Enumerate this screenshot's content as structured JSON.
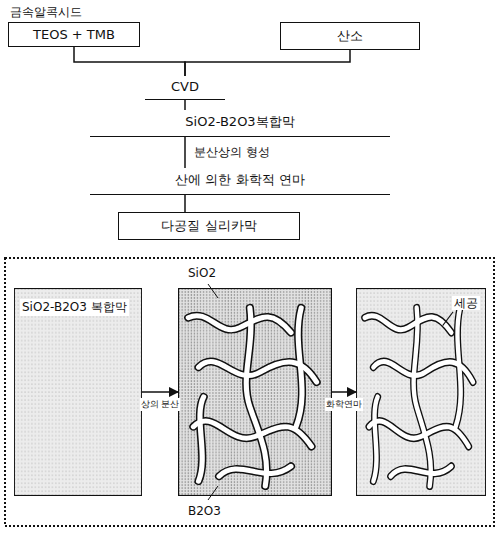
{
  "diagram": {
    "nodes": [
      {
        "text": [
          "TEOS + TMB"
        ]
      },
      {
        "text": [
          "산소"
        ]
      },
      {
        "text": [
          "CVD"
        ]
      },
      {
        "text": [
          "SiO2-B2O3복합막"
        ]
      },
      {
        "text": [
          "산에 의한 화학적 연마"
        ]
      },
      {
        "text": [
          "다공질 실리카막"
        ]
      },
      {
        "text": [
          "SiO2-B2O3 복합막"
        ]
      },
      {
        "text": [
          "SiO2",
          "B2O3"
        ]
      },
      {
        "text": [
          "세공"
        ]
      }
    ],
    "edges": [
      {
        "from": 0,
        "to": 2,
        "arrow": "none"
      },
      {
        "from": 1,
        "to": 2,
        "arrow": "none"
      },
      {
        "from": 2,
        "to": 3,
        "arrow": "none"
      },
      {
        "from": 3,
        "to": 4,
        "label": "분산상의 형성",
        "arrow": "none"
      },
      {
        "from": 4,
        "to": 5,
        "arrow": "none"
      },
      {
        "from": 6,
        "to": 7,
        "label": "상의 분산",
        "arrow": "to"
      },
      {
        "from": 7,
        "to": 8,
        "label": "화학연마",
        "arrow": "to"
      }
    ],
    "labels": [
      "금속알콕시드"
    ]
  }
}
